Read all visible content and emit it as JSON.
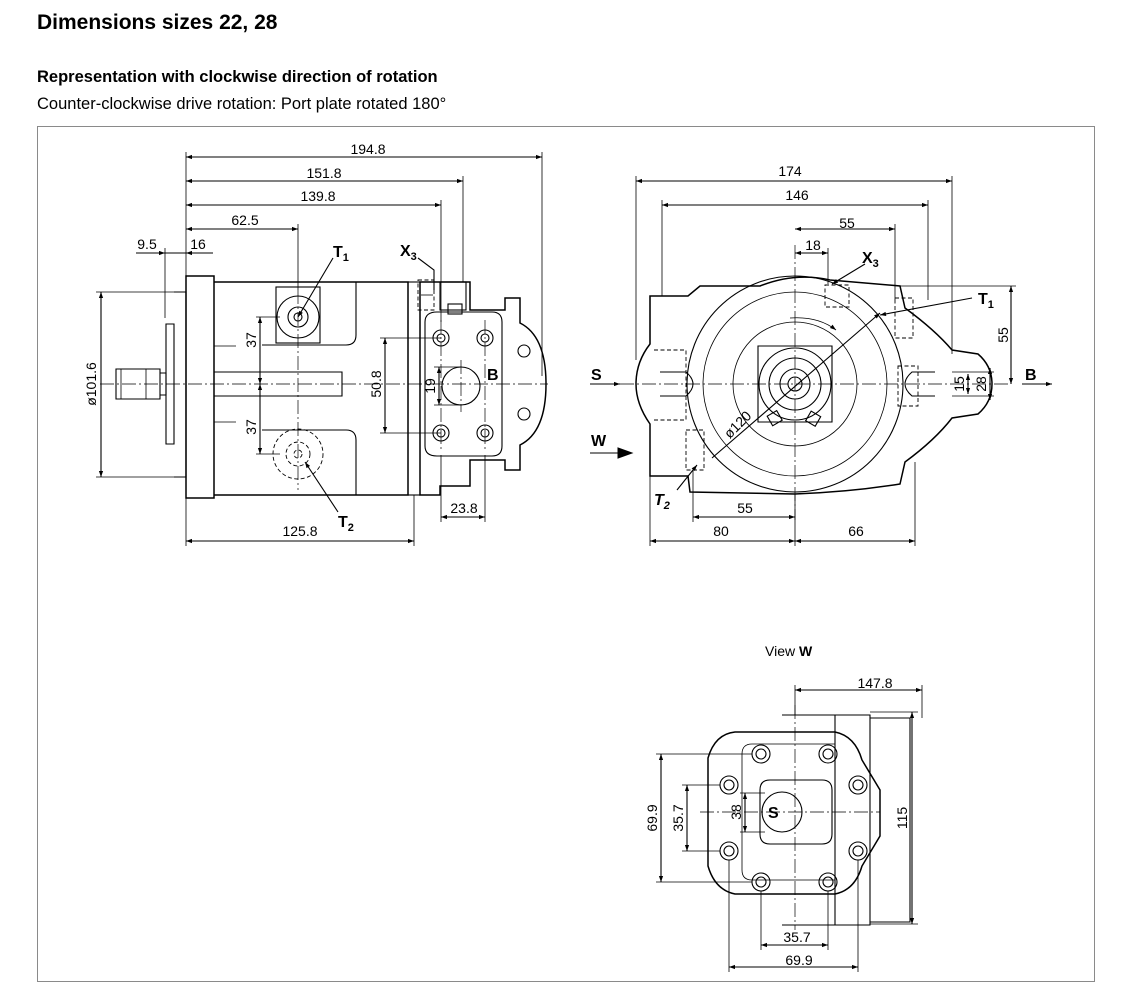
{
  "header": {
    "title": "Dimensions sizes 22, 28",
    "subtitle": "Representation with clockwise direction of rotation",
    "note": "Counter-clockwise drive rotation: Port plate rotated 180°"
  },
  "side_view": {
    "dims": [
      "194.8",
      "151.8",
      "139.8",
      "62.5",
      "9.5",
      "16",
      "ø101.6",
      "37",
      "37",
      "50.8",
      "19",
      "125.8",
      "23.8"
    ],
    "labels": {
      "t1": "T",
      "t1_sub": "1",
      "t2": "T",
      "t2_sub": "2",
      "x3": "X",
      "x3_sub": "3",
      "b": "B"
    }
  },
  "front_view": {
    "dims": [
      "174",
      "146",
      "55",
      "18",
      "55",
      "15",
      "28",
      "ø120",
      "55",
      "80",
      "66"
    ],
    "labels": {
      "x3": "X",
      "x3_sub": "3",
      "t1": "T",
      "t1_sub": "1",
      "t2": "T",
      "t2_sub": "2",
      "s": "S",
      "w": "W",
      "b": "B"
    }
  },
  "view_w": {
    "caption_prefix": "View ",
    "caption_bold": "W",
    "dims": [
      "147.8",
      "69.9",
      "35.7",
      "38",
      "115",
      "35.7",
      "69.9"
    ],
    "labels": {
      "s": "S"
    }
  }
}
